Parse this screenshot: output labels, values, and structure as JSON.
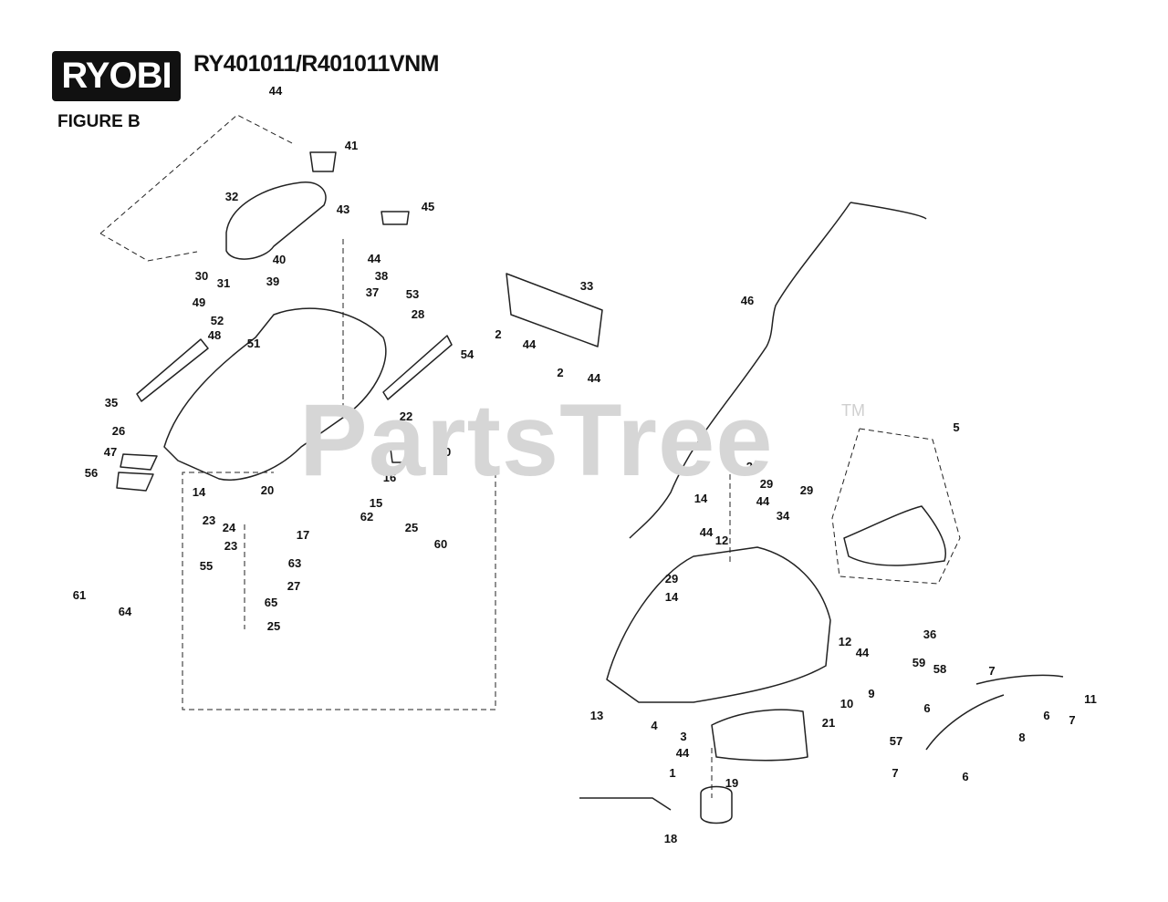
{
  "brand": {
    "logo_text": "RYOBI"
  },
  "header": {
    "model_title": "RY401011/R401011VNM",
    "figure_label": "FIGURE B"
  },
  "watermark": {
    "text": "PartsTree",
    "tm": "TM"
  },
  "part_callouts": [
    "44",
    "41",
    "32",
    "43",
    "45",
    "40",
    "44",
    "39",
    "38",
    "30",
    "31",
    "37",
    "53",
    "49",
    "28",
    "52",
    "48",
    "51",
    "54",
    "35",
    "26",
    "22",
    "42",
    "50",
    "47",
    "56",
    "16",
    "14",
    "23",
    "20",
    "15",
    "24",
    "17",
    "62",
    "25",
    "23",
    "63",
    "60",
    "55",
    "27",
    "65",
    "25",
    "61",
    "64",
    "33",
    "2",
    "44",
    "2",
    "44",
    "46",
    "5",
    "29",
    "29",
    "14",
    "44",
    "29",
    "34",
    "44",
    "12",
    "29",
    "14",
    "12",
    "44",
    "36",
    "59",
    "58",
    "9",
    "6",
    "10",
    "7",
    "11",
    "21",
    "57",
    "6",
    "7",
    "8",
    "13",
    "4",
    "3",
    "44",
    "1",
    "19",
    "7",
    "6",
    "18"
  ]
}
